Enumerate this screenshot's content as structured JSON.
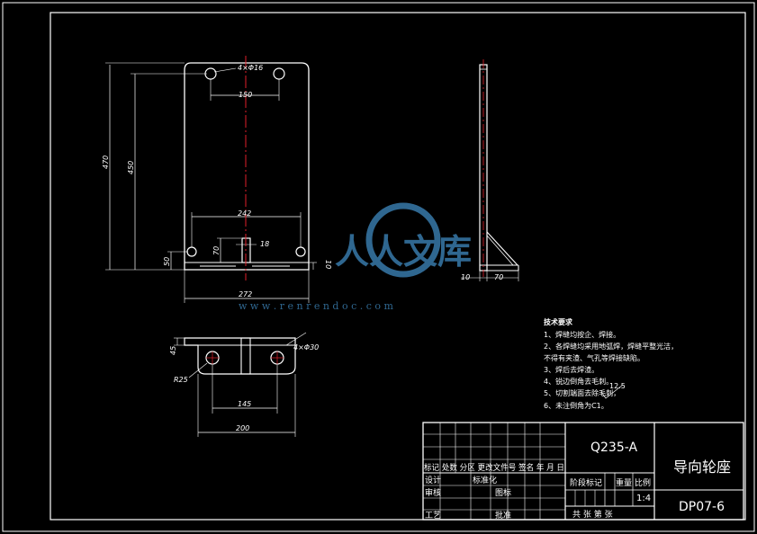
{
  "watermark": {
    "brand": "人人文库",
    "url": "w w w . r e n r e n d o c . c o m"
  },
  "front_view": {
    "dims": {
      "holes_top": "4×Φ16",
      "hole_spacing_top": "150",
      "width_inner": "242",
      "overall_height": "470",
      "hole_height": "450",
      "base_offset": "50",
      "rib_height": "70",
      "rib_thickness": "18",
      "plate_thickness": "10",
      "overall_width": "272"
    }
  },
  "side_view": {
    "dims": {
      "thickness": "10",
      "foot": "70"
    }
  },
  "top_view": {
    "dims": {
      "flange": "45",
      "holes": "4×Φ30",
      "radius": "R25",
      "hole_spacing": "145",
      "width": "200"
    }
  },
  "tech_notes": {
    "title": "技术要求",
    "items": [
      "1、焊缝均按企、焊接。",
      "2、各焊缝均采用地弧焊，焊缝平整光洁，",
      "   不得有夹渣、气孔等焊接缺陷。",
      "3、焊后去焊渣。",
      "4、锐边倒角去毛刺。",
      "5、切割端面去除毛刺，",
      "6、未注倒角为C1。"
    ],
    "roughness": "12.5"
  },
  "title_block": {
    "material": "Q235-A",
    "part_name": "导向轮座",
    "drawing_no": "DP07-6",
    "scale_header": "比例",
    "weight_header": "重量",
    "stage_header": "阶段标记",
    "scale": "1:4",
    "sheets": "共  张  第  张",
    "rev_headers": "标记 处数 分区  更改文件号  签名 年 月 日",
    "design": "设计",
    "standard": "标准化",
    "review": "审核",
    "craft": "工艺",
    "approve": "批准",
    "chart": "图标"
  }
}
